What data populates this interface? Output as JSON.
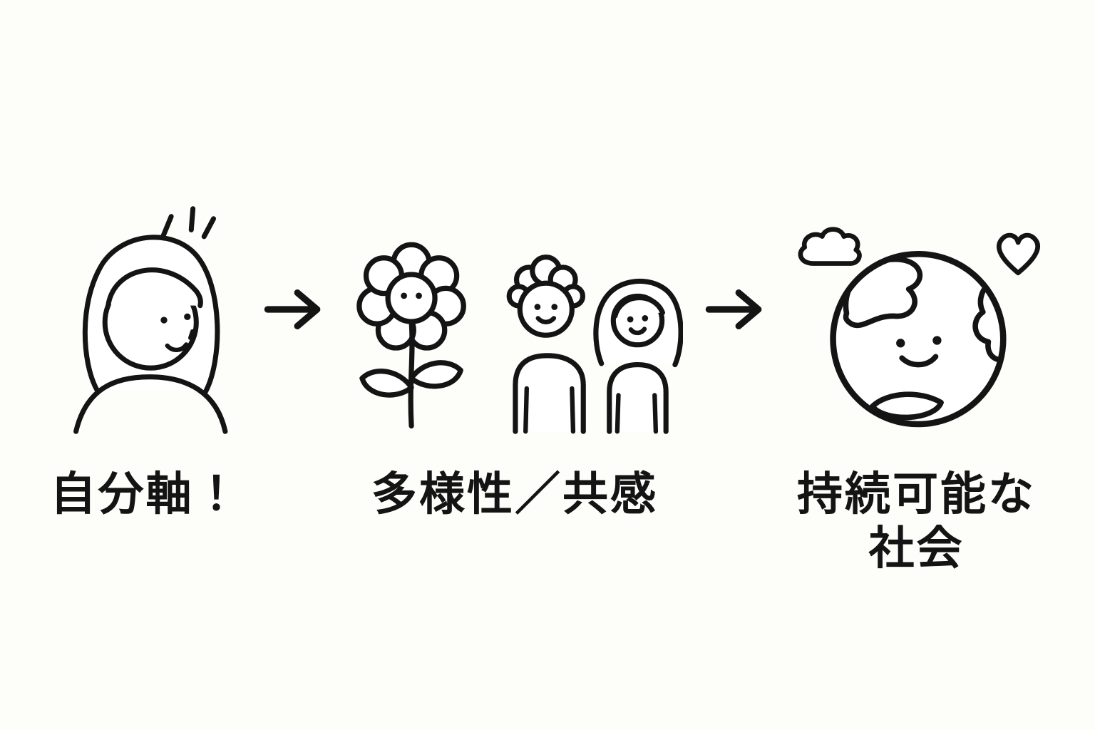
{
  "colors": {
    "background": "#fdfdf9",
    "ink": "#141414"
  },
  "stages": [
    {
      "id": "self-axis",
      "icon": "woman-with-sparks-icon",
      "label": "自分軸！"
    },
    {
      "id": "diversity-empathy",
      "icons": [
        "smiling-flower-icon",
        "two-friends-icon"
      ],
      "label": "多様性／共感"
    },
    {
      "id": "sustainable-society",
      "icons": [
        "cloud-icon",
        "smiling-earth-icon",
        "heart-icon"
      ],
      "label_line1": "持続可能な",
      "label_line2": "社会"
    }
  ],
  "arrows": [
    {
      "id": "arrow-1",
      "glyph": "→"
    },
    {
      "id": "arrow-2",
      "glyph": "→"
    }
  ]
}
